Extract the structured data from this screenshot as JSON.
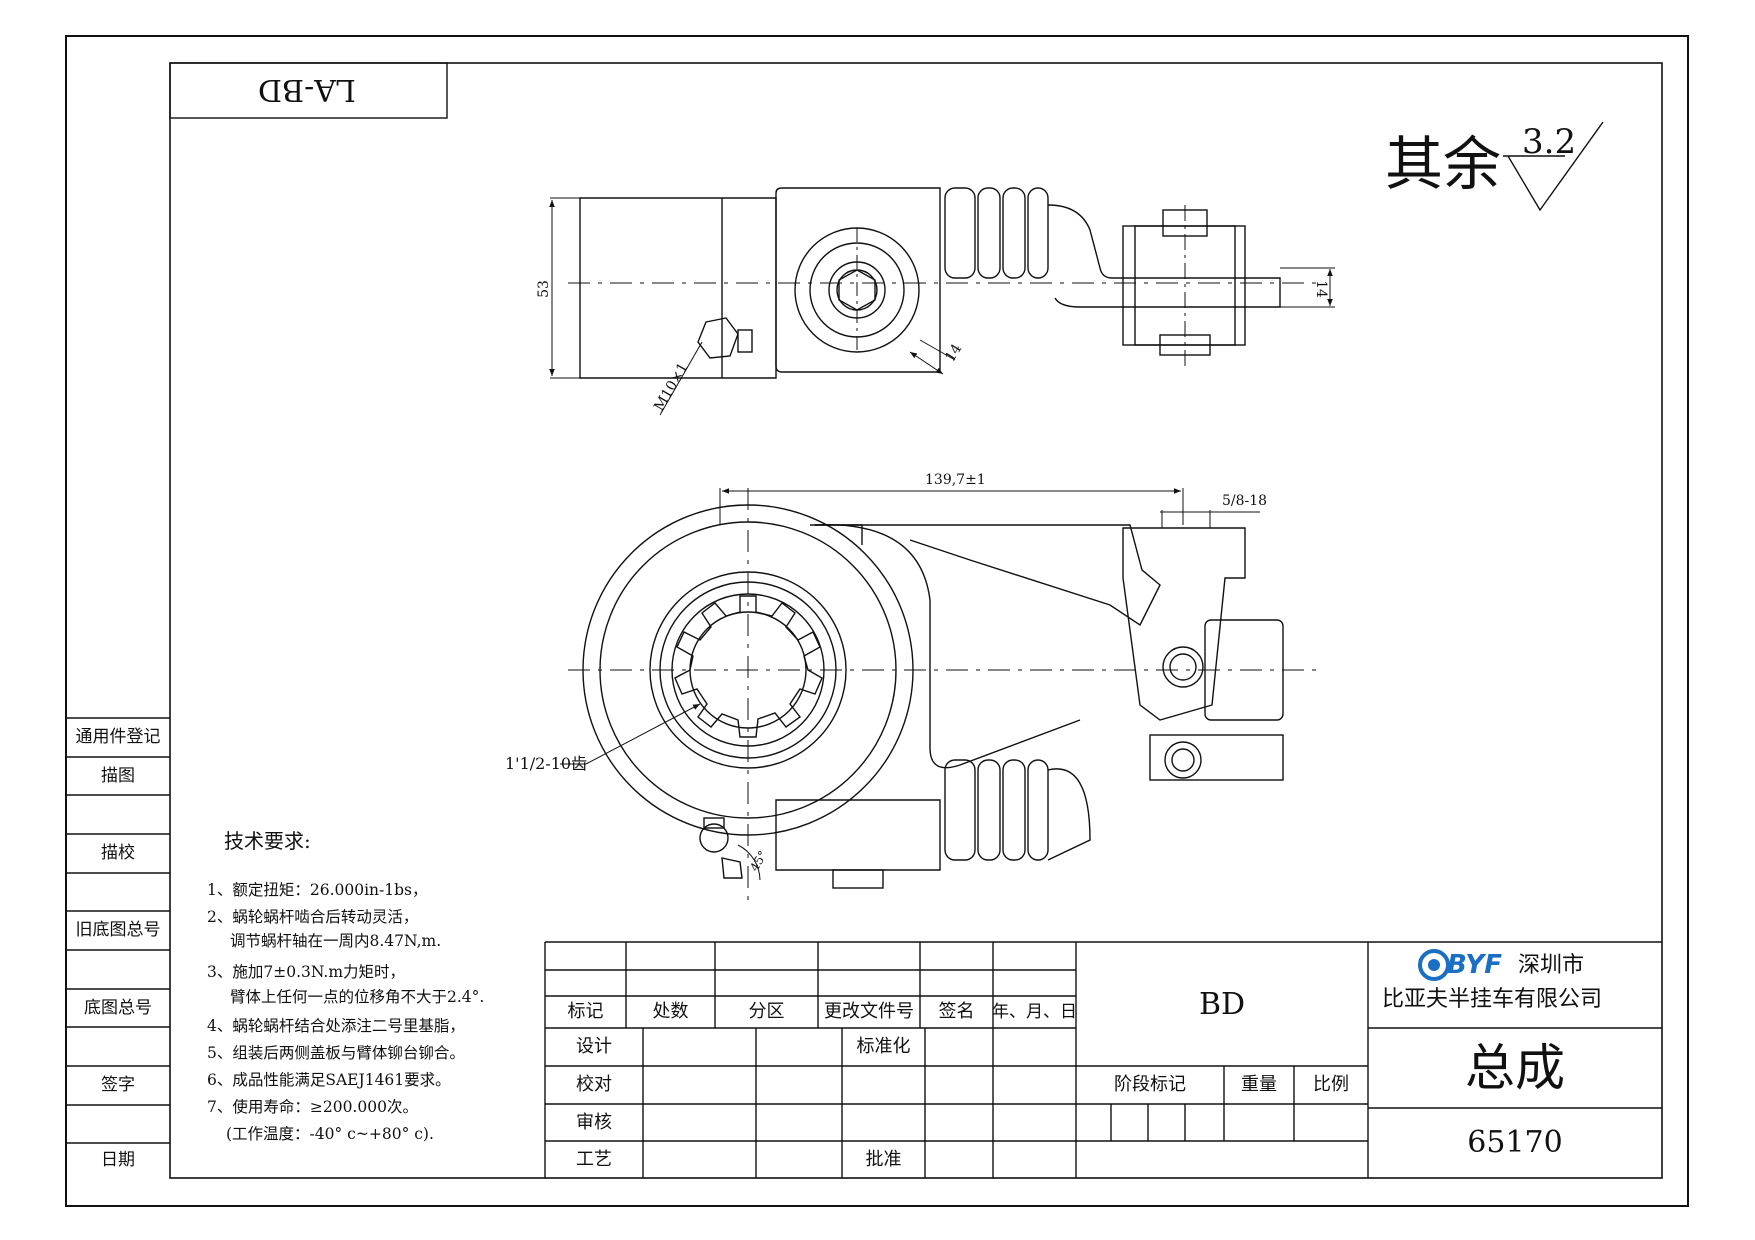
{
  "drawing": {
    "code_box": "LA-BD",
    "roughness": {
      "prefix": "其余",
      "value": "3.2"
    },
    "dims": {
      "width_53": "53",
      "shaft_14": "14",
      "diag_14": "14",
      "thread": "M10×1",
      "length": "139,7±1",
      "bolt": "5/8-18",
      "spline": "1'1/2-10齿",
      "angle": "45°"
    }
  },
  "left_column": [
    "通用件登记",
    "描图",
    "",
    "描校",
    "",
    "旧底图总号",
    "",
    "底图总号",
    "",
    "签字",
    "",
    "日期"
  ],
  "requirements": {
    "title": "技术要求:",
    "lines": [
      "1、额定扭矩：26.000in-1bs，",
      "2、蜗轮蜗杆啮合后转动灵活，",
      "调节蜗杆轴在一周内8.47N,m.",
      "3、施加7±0.3N.m力矩时，",
      "臂体上任何一点的位移角不大于2.4°.",
      "4、蜗轮蜗杆结合处添注二号里基脂，",
      "5、组装后两侧盖板与臂体铆台铆合。",
      "6、成品性能满足SAEJ1461要求。",
      "7、使用寿命：≥200.000次。",
      "(工作温度：-40° c~+80° c)."
    ]
  },
  "title_block": {
    "rev_headers": [
      "标记",
      "处数",
      "分区",
      "更改文件号",
      "签名",
      "年、月、日"
    ],
    "sign_rows": [
      "设计",
      "校对",
      "审核",
      "工艺"
    ],
    "standard": "标准化",
    "approve": "批准",
    "material": "BD",
    "stage": "阶段标记",
    "weight": "重量",
    "scale": "比例",
    "company_logo": "BYF",
    "company_city": "深圳市",
    "company_name": "比亚夫半挂车有限公司",
    "part_name": "总成",
    "part_number": "65170"
  }
}
